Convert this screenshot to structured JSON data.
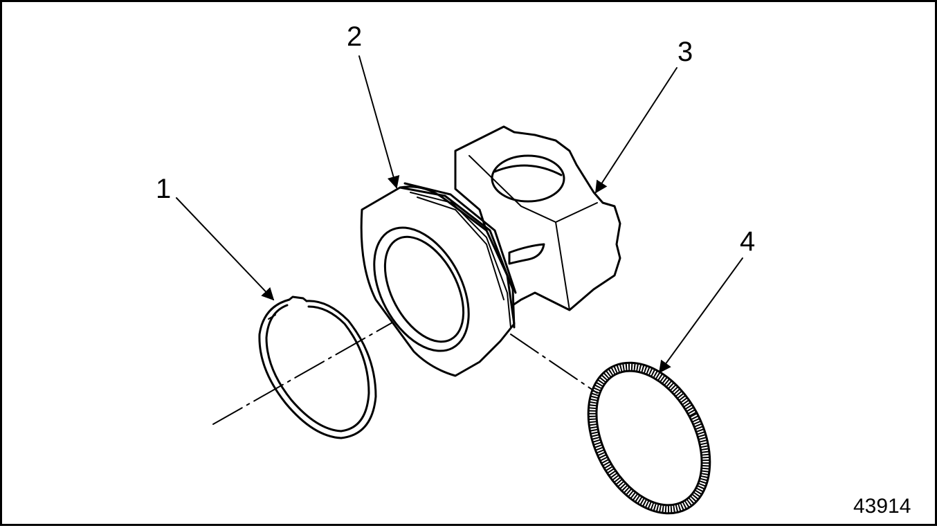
{
  "callouts": [
    {
      "id": 1,
      "label": "1"
    },
    {
      "id": 2,
      "label": "2"
    },
    {
      "id": 3,
      "label": "3"
    },
    {
      "id": 4,
      "label": "4"
    }
  ],
  "figure_number": "43914",
  "colors": {
    "line": "#000000",
    "background": "#ffffff"
  }
}
